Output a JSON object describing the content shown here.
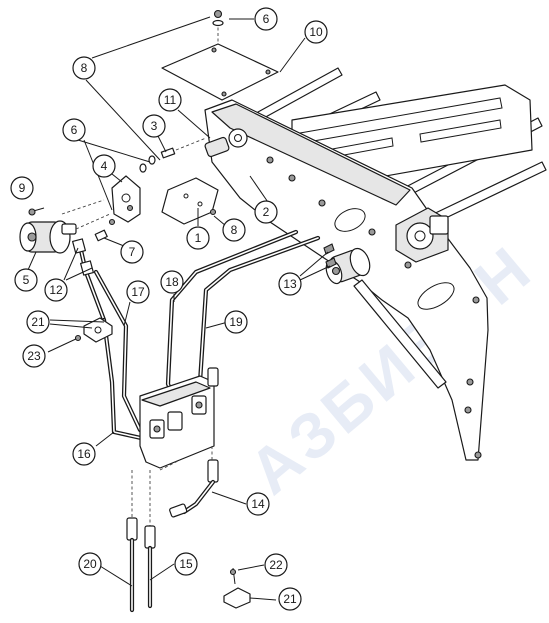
{
  "diagram": {
    "watermark": "АЗБИЕОН",
    "callouts": [
      {
        "id": "c6a",
        "label": "6"
      },
      {
        "id": "c10",
        "label": "10"
      },
      {
        "id": "c8a",
        "label": "8"
      },
      {
        "id": "c11",
        "label": "11"
      },
      {
        "id": "c3",
        "label": "3"
      },
      {
        "id": "c6b",
        "label": "6"
      },
      {
        "id": "c4",
        "label": "4"
      },
      {
        "id": "c9",
        "label": "9"
      },
      {
        "id": "c2",
        "label": "2"
      },
      {
        "id": "c1",
        "label": "1"
      },
      {
        "id": "c8b",
        "label": "8"
      },
      {
        "id": "c7",
        "label": "7"
      },
      {
        "id": "c5",
        "label": "5"
      },
      {
        "id": "c12",
        "label": "12"
      },
      {
        "id": "c13",
        "label": "13"
      },
      {
        "id": "c17",
        "label": "17"
      },
      {
        "id": "c18",
        "label": "18"
      },
      {
        "id": "c21a",
        "label": "21"
      },
      {
        "id": "c19",
        "label": "19"
      },
      {
        "id": "c23",
        "label": "23"
      },
      {
        "id": "c16",
        "label": "16"
      },
      {
        "id": "c14",
        "label": "14"
      },
      {
        "id": "c20",
        "label": "20"
      },
      {
        "id": "c15",
        "label": "15"
      },
      {
        "id": "c22",
        "label": "22"
      },
      {
        "id": "c21b",
        "label": "21"
      }
    ]
  }
}
